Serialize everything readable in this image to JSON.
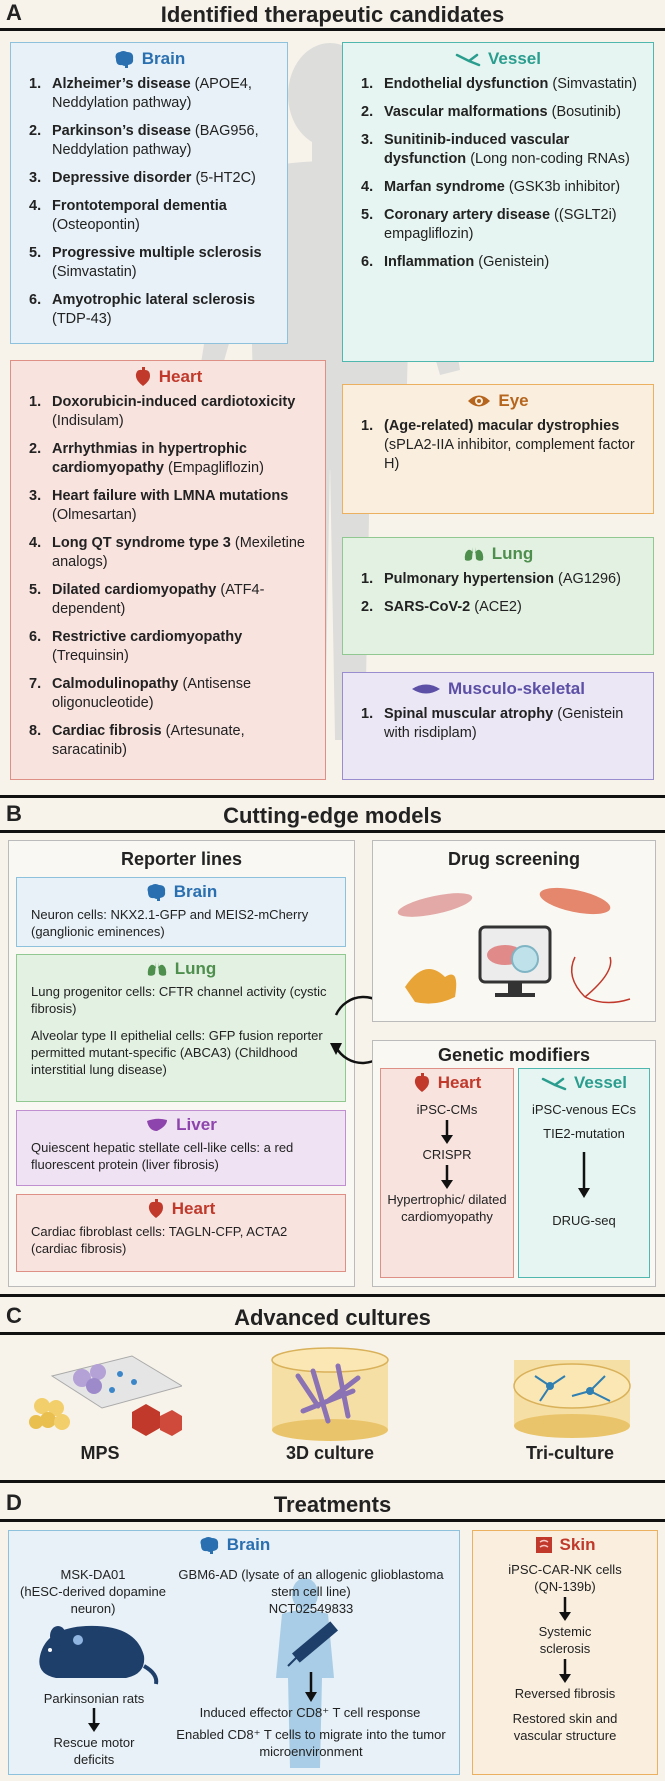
{
  "sections": {
    "a": {
      "letter": "A",
      "title": "Identified therapeutic candidates"
    },
    "b": {
      "letter": "B",
      "title": "Cutting-edge models"
    },
    "c": {
      "letter": "C",
      "title": "Advanced cultures"
    },
    "d": {
      "letter": "D",
      "title": "Treatments"
    }
  },
  "candidates": {
    "brain": {
      "title": "Brain",
      "items": [
        {
          "n": "1.",
          "name": "Alzheimer’s disease",
          "detail": " (APOE4, Neddylation pathway)"
        },
        {
          "n": "2.",
          "name": "Parkinson’s disease",
          "detail": " (BAG956, Neddylation pathway)"
        },
        {
          "n": "3.",
          "name": "Depressive disorder",
          "detail": " (5-HT2C)"
        },
        {
          "n": "4.",
          "name": "Frontotemporal dementia",
          "detail": " (Osteopontin)"
        },
        {
          "n": "5.",
          "name": "Progressive multiple sclerosis",
          "detail": " (Simvastatin)"
        },
        {
          "n": "6.",
          "name": "Amyotrophic lateral sclerosis",
          "detail": " (TDP-43)"
        }
      ]
    },
    "vessel": {
      "title": "Vessel",
      "items": [
        {
          "n": "1.",
          "name": "Endothelial dysfunction",
          "detail": " (Simvastatin)"
        },
        {
          "n": "2.",
          "name": "Vascular malformations",
          "detail": " (Bosutinib)"
        },
        {
          "n": "3.",
          "name": "Sunitinib-induced vascular dysfunction",
          "detail": " (Long non-coding RNAs)"
        },
        {
          "n": "4.",
          "name": "Marfan syndrome",
          "detail": " (GSK3b inhibitor)"
        },
        {
          "n": "5.",
          "name": "Coronary artery disease",
          "detail": " ((SGLT2i) empagliflozin)"
        },
        {
          "n": "6.",
          "name": "Inflammation",
          "detail": " (Genistein)"
        }
      ]
    },
    "heart": {
      "title": "Heart",
      "items": [
        {
          "n": "1.",
          "name": "Doxorubicin-induced cardiotoxicity",
          "detail": " (Indisulam)"
        },
        {
          "n": "2.",
          "name": "Arrhythmias in hypertrophic cardiomyopathy",
          "detail": " (Empagliflozin)"
        },
        {
          "n": "3.",
          "name": "Heart failure with LMNA mutations",
          "detail": " (Olmesartan)"
        },
        {
          "n": "4.",
          "name": "Long QT syndrome type 3",
          "detail": " (Mexiletine analogs)"
        },
        {
          "n": "5.",
          "name": "Dilated cardiomyopathy",
          "detail": " (ATF4-dependent)"
        },
        {
          "n": "6.",
          "name": "Restrictive cardiomyopathy",
          "detail": " (Trequinsin)"
        },
        {
          "n": "7.",
          "name": "Calmodulinopathy",
          "detail": " (Antisense oligonucleotide)"
        },
        {
          "n": "8.",
          "name": "Cardiac fibrosis",
          "detail": " (Artesunate, saracatinib)"
        }
      ]
    },
    "eye": {
      "title": "Eye",
      "items": [
        {
          "n": "1.",
          "name": "(Age-related) macular dystrophies",
          "detail": " (sPLA2-IIA inhibitor, complement factor H)"
        }
      ]
    },
    "lung": {
      "title": "Lung",
      "items": [
        {
          "n": "1.",
          "name": "Pulmonary hypertension",
          "detail": " (AG1296)"
        },
        {
          "n": "2.",
          "name": "SARS-CoV-2",
          "detail": " (ACE2)"
        }
      ]
    },
    "musculo": {
      "title": "Musculo-skeletal",
      "items": [
        {
          "n": "1.",
          "name": "Spinal muscular atrophy",
          "detail": " (Genistein with risdiplam)"
        }
      ]
    }
  },
  "models": {
    "reporter": {
      "title": "Reporter lines",
      "brain": {
        "title": "Brain",
        "text": "Neuron cells: NKX2.1-GFP and MEIS2-mCherry (ganglionic eminences)"
      },
      "lung": {
        "title": "Lung",
        "text1": "Lung progenitor cells: CFTR channel activity (cystic fibrosis)",
        "text2": "Alveolar type II epithelial cells: GFP fusion reporter permitted mutant-specific (ABCA3) (Childhood interstitial lung disease)"
      },
      "liver": {
        "title": "Liver",
        "text": "Quiescent hepatic stellate cell-like cells: a red fluorescent protein (liver fibrosis)"
      },
      "heart": {
        "title": "Heart",
        "text": "Cardiac fibroblast cells: TAGLN-CFP, ACTA2 (cardiac fibrosis)"
      }
    },
    "screening": {
      "title": "Drug screening"
    },
    "genetic": {
      "title": "Genetic modifiers",
      "heart": {
        "title": "Heart",
        "step1": "iPSC-CMs",
        "step2": "CRISPR",
        "step3": "Hypertrophic/ dilated cardiomyopathy"
      },
      "vessel": {
        "title": "Vessel",
        "step1": "iPSC-venous ECs",
        "step2": "TIE2-mutation",
        "step3": "DRUG-seq"
      }
    }
  },
  "cultures": {
    "mps": "MPS",
    "three_d": "3D culture",
    "tri": "Tri-culture"
  },
  "treatments": {
    "brain": {
      "title": "Brain",
      "left": {
        "line1": "MSK-DA01",
        "line2": "(hESC-derived dopamine neuron)",
        "model": "Parkinsonian rats",
        "outcome": "Rescue motor deficits"
      },
      "right": {
        "line1": "GBM6-AD (lysate of an allogenic glioblastoma stem cell line)",
        "trial": "NCT02549833",
        "result1": "Induced effector CD8⁺ T cell response",
        "result2": "Enabled CD8⁺ T cells to migrate into the tumor microenvironment"
      }
    },
    "skin": {
      "title": "Skin",
      "cells": "iPSC-CAR-NK cells (QN-139b)",
      "disease": "Systemic sclerosis",
      "outcome1": "Reversed fibrosis",
      "outcome2": "Restored skin and vascular structure"
    }
  },
  "colors": {
    "brain": "#2a6fb0",
    "vessel": "#2a9d8f",
    "heart": "#c0392b",
    "eye": "#b5651d",
    "lung": "#4e8f4e",
    "musculo": "#5b4fa6",
    "liver": "#8e44ad",
    "skin": "#c0392b"
  }
}
